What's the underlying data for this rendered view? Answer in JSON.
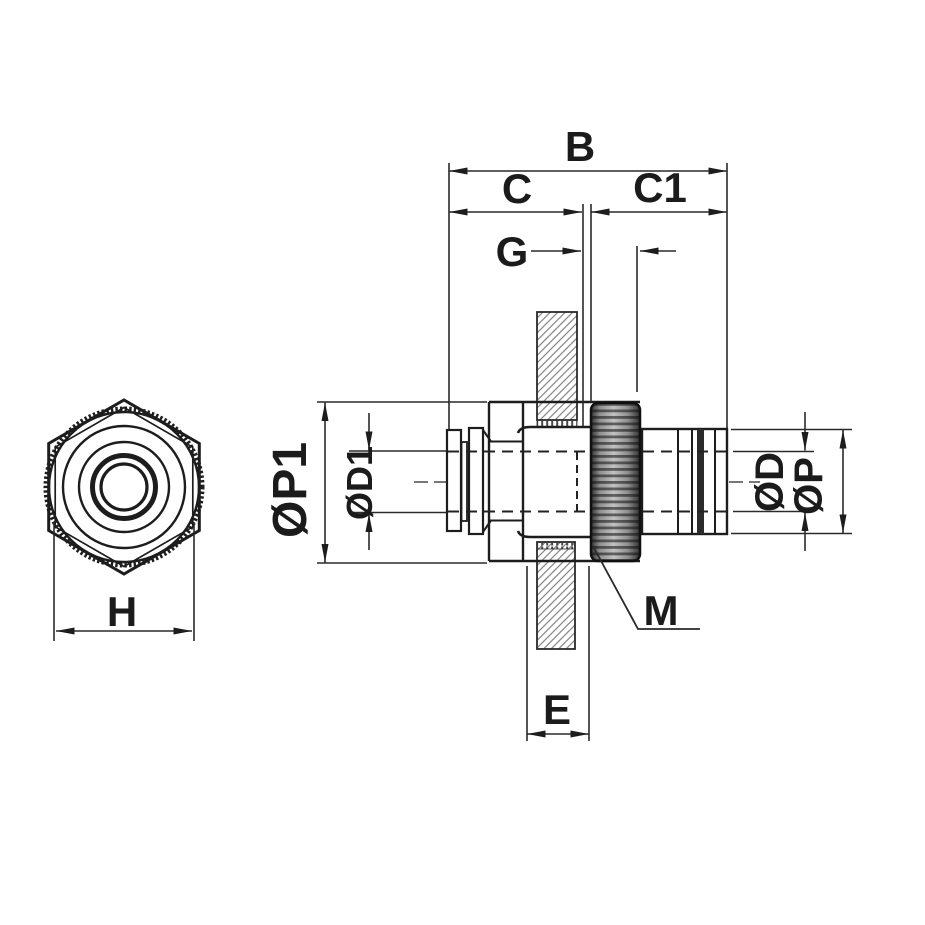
{
  "drawing": {
    "type": "technical-drawing",
    "description": "Bulkhead push-in pneumatic fitting, front view and sectioned side view with dimension callouts",
    "views": {
      "front_view": "hex nut with knurled outer ring and tube bore",
      "side_view": "sectioned bulkhead fitting through panel with knurled lock nut"
    },
    "labels": {
      "B": "B",
      "C": "C",
      "C1": "C1",
      "G": "G",
      "E": "E",
      "H": "H",
      "M": "M",
      "P1": "ØP1",
      "D1": "ØD1",
      "D": "ØD",
      "P": "ØP"
    },
    "colors": {
      "line": "#1d1d1d",
      "background": "#ffffff",
      "hatch": "#8a8a8a",
      "nut_dark": "#303030",
      "nut_light": "#c2c2c2"
    }
  }
}
